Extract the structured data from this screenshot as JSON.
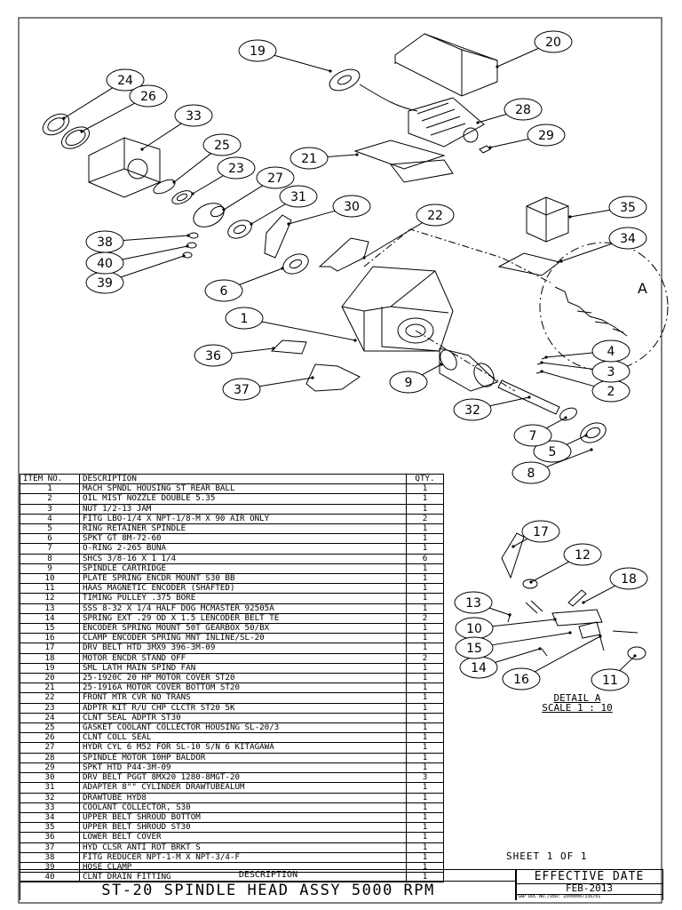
{
  "bom": {
    "headers": [
      "ITEM NO.",
      "DESCRIPTION",
      "QTY."
    ],
    "rows": [
      [
        "1",
        "MACH SPNDL HOUSING ST REAR BALL",
        "1"
      ],
      [
        "2",
        "OIL MIST NOZZLE DOUBLE 5.35",
        "1"
      ],
      [
        "3",
        "NUT 1/2-13 JAM",
        "1"
      ],
      [
        "4",
        "FITG LBO-1/4 X NPT-1/8-M X 90 AIR ONLY",
        "2"
      ],
      [
        "5",
        "RING RETAINER SPINDLE",
        "1"
      ],
      [
        "6",
        "SPKT GT 8M-72-60",
        "1"
      ],
      [
        "7",
        "O-RING 2-265 BUNA",
        "1"
      ],
      [
        "8",
        "SHCS 3/8-16 X 1 1/4",
        "6"
      ],
      [
        "9",
        "SPINDLE CARTRIDGE",
        "1"
      ],
      [
        "10",
        "PLATE SPRING ENCDR MOUNT S30 BB",
        "1"
      ],
      [
        "11",
        "HAAS MAGNETIC ENCODER (SHAFTED)",
        "1"
      ],
      [
        "12",
        "TIMING PULLEY .375 BORE",
        "1"
      ],
      [
        "13",
        "SSS 8-32 X 1/4 HALF DOG   MCMASTER 92505A",
        "1"
      ],
      [
        "14",
        "SPRING EXT .29 OD X 1.5 LENCODER BELT TE",
        "2"
      ],
      [
        "15",
        "ENCODER SPRING MOUNT 50T GEARBOX 50/BX",
        "1"
      ],
      [
        "16",
        "CLAMP ENCODER SPRING MNT INLINE/SL-20",
        "1"
      ],
      [
        "17",
        "DRV BELT HTD 3MX9 396-3M-09",
        "1"
      ],
      [
        "18",
        "MOTOR ENCDR STAND OFF",
        "2"
      ],
      [
        "19",
        "SML LATH MAIN SPIND FAN",
        "1"
      ],
      [
        "20",
        "25-1920C  20 HP MOTOR COVER ST20",
        "1"
      ],
      [
        "21",
        "25-1916A MOTOR COVER BOTTOM ST20",
        "1"
      ],
      [
        "22",
        "FRONT MTR CVR NO TRANS",
        "1"
      ],
      [
        "23",
        "ADPTR KIT R/U CHP CLCTR ST20 5K",
        "1"
      ],
      [
        "24",
        "CLNT SEAL ADPTR ST30",
        "1"
      ],
      [
        "25",
        "GASKET COOLANT COLLECTOR HOUSING SL-20/3",
        "1"
      ],
      [
        "26",
        "CLNT COLL SEAL",
        "1"
      ],
      [
        "27",
        "HYDR CYL 6 M52 FOR SL-10 S/N 6 KITAGAWA",
        "1"
      ],
      [
        "28",
        "SPINDLE MOTOR 10HP BALDOR",
        "1"
      ],
      [
        "29",
        "SPKT HTD P44-3M-09",
        "1"
      ],
      [
        "30",
        "DRV BELT PGGT 8MX20 1280-8MGT-20",
        "3"
      ],
      [
        "31",
        "ADAPTER 8\"\" CYLINDER DRAWTUBEALUM",
        "1"
      ],
      [
        "32",
        "DRAWTUBE HYD8",
        "1"
      ],
      [
        "33",
        "COOLANT COLLECTOR, S30",
        "1"
      ],
      [
        "34",
        "UPPER BELT SHROUD BOTTOM",
        "1"
      ],
      [
        "35",
        "UPPER BELT SHROUD ST30",
        "1"
      ],
      [
        "36",
        "LOWER BELT COVER",
        "1"
      ],
      [
        "37",
        "HYD CLSR ANTI ROT BRKT S",
        "1"
      ],
      [
        "38",
        "FITG REDUCER NPT-1-M X    NPT-3/4-F",
        "1"
      ],
      [
        "39",
        "HOSE CLAMP",
        "1"
      ],
      [
        "40",
        "CLNT DRAIN FITTING",
        "1"
      ]
    ]
  },
  "title_block": {
    "description_label": "DESCRIPTION",
    "title": "ST-20 SPINDLE HEAD ASSY 5000 RPM",
    "effective_label": "EFFECTIVE DATE",
    "effective_date": "FEB-2013",
    "sap_doc": "SAP DOC NO./VER: 10000007336/01",
    "sheet": "SHEET 1 OF 1"
  },
  "detail": {
    "title": "DETAIL A",
    "scale": "SCALE 1 : 10",
    "marker": "A"
  },
  "balloons": [
    "1",
    "2",
    "3",
    "4",
    "5",
    "6",
    "7",
    "8",
    "9",
    "10",
    "11",
    "12",
    "13",
    "14",
    "15",
    "16",
    "17",
    "18",
    "19",
    "20",
    "21",
    "22",
    "23",
    "24",
    "25",
    "26",
    "27",
    "28",
    "29",
    "30",
    "31",
    "32",
    "33",
    "34",
    "35",
    "36",
    "37",
    "38",
    "39",
    "40"
  ]
}
